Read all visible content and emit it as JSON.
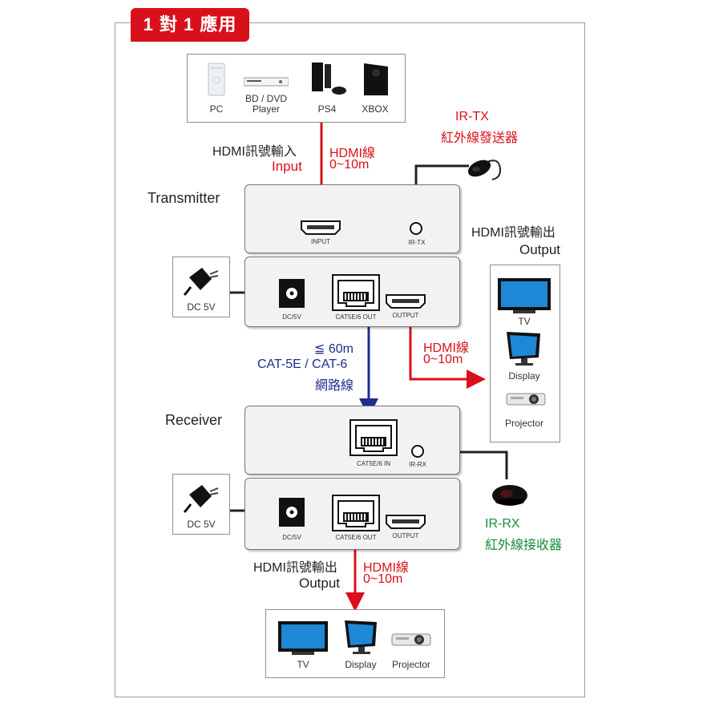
{
  "title": "1 對 1 應用",
  "sources": {
    "pc": "PC",
    "bd_line1": "BD / DVD",
    "bd_line2": "Player",
    "ps4": "PS4",
    "xbox": "XBOX"
  },
  "transmitter": {
    "label": "Transmitter",
    "input_line1": "HDMI訊號輸入",
    "input_line2": "Input",
    "hdmi_cable_line1": "HDMI線",
    "hdmi_cable_line2": "0~10m",
    "port_input": "INPUT",
    "port_irtx": "IR-TX",
    "port_dc": "DC/5V",
    "port_cat_out": "CAT5E/6 OUT",
    "port_output": "OUTPUT",
    "dc_label": "DC 5V"
  },
  "ir_tx": {
    "line1": "IR-TX",
    "line2": "紅外線發送器"
  },
  "tx_output": {
    "line1": "HDMI訊號輸出",
    "line2": "Output",
    "cable_line1": "HDMI線",
    "cable_line2": "0~10m",
    "tv": "TV",
    "display": "Display",
    "projector": "Projector"
  },
  "network": {
    "line1": "≦ 60m",
    "line2": "CAT-5E / CAT-6",
    "line3": "網路線"
  },
  "receiver": {
    "label": "Receiver",
    "port_cat_in": "CAT5E/6 IN",
    "port_irrx": "IR-RX",
    "port_dc": "DC/5V",
    "port_cat_out": "CAT5E/6 OUT",
    "port_output": "OUTPUT",
    "dc_label": "DC 5V"
  },
  "ir_rx": {
    "line1": "IR-RX",
    "line2": "紅外線接收器"
  },
  "rx_output": {
    "line1": "HDMI訊號輸出",
    "line2": "Output",
    "cable_line1": "HDMI線",
    "cable_line2": "0~10m",
    "tv": "TV",
    "display": "Display",
    "projector": "Projector"
  },
  "colors": {
    "red": "#d9101b",
    "blue": "#1c2f8f",
    "green": "#1b8a3a",
    "dark": "#222222"
  }
}
